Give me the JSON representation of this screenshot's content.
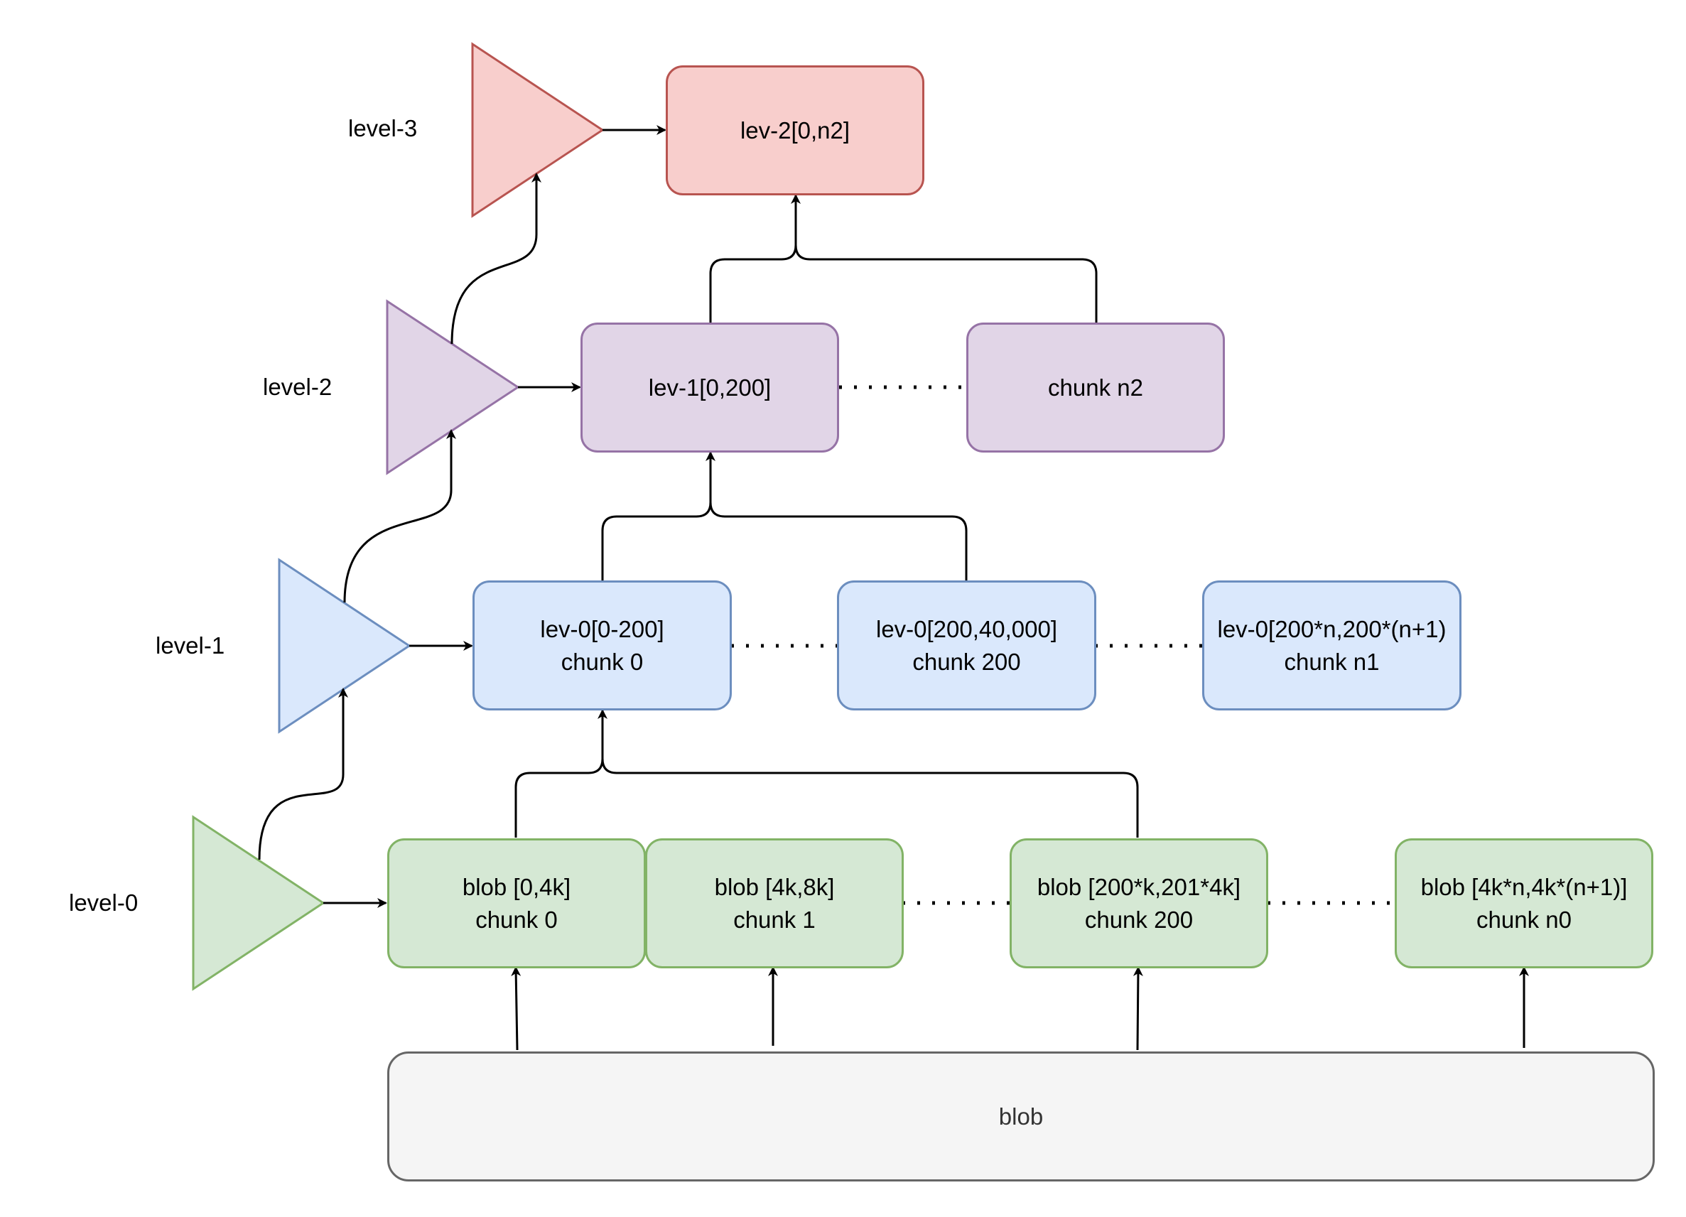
{
  "levels": {
    "level0": "level-0",
    "level1": "level-1",
    "level2": "level-2",
    "level3": "level-3"
  },
  "level0_chunks": [
    {
      "range": "blob [0,4k]",
      "chunk": "chunk 0"
    },
    {
      "range": "blob [4k,8k]",
      "chunk": "chunk 1"
    },
    {
      "range": "blob [200*k,201*4k]",
      "chunk": "chunk 200"
    },
    {
      "range": "blob [4k*n,4k*(n+1)]",
      "chunk": "chunk n0"
    }
  ],
  "level1_chunks": [
    {
      "range": "lev-0[0-200]",
      "chunk": "chunk 0"
    },
    {
      "range": "lev-0[200,40,000]",
      "chunk": "chunk 200"
    },
    {
      "range": "lev-0[200*n,200*(n+1)",
      "chunk": "chunk n1"
    }
  ],
  "level2_chunks": [
    {
      "label": "lev-1[0,200]"
    },
    {
      "label": "chunk n2"
    }
  ],
  "level3_chunks": [
    {
      "label": "lev-2[0,n2]"
    }
  ],
  "source": {
    "label": "blob"
  },
  "colors": {
    "level0_fill": "#d5e8d4",
    "level0_stroke": "#82b366",
    "level1_fill": "#dae8fc",
    "level1_stroke": "#6c8ebf",
    "level2_fill": "#e1d5e7",
    "level2_stroke": "#9673a6",
    "level3_fill": "#f8cecc",
    "level3_stroke": "#b85450",
    "source_fill": "#f5f5f5",
    "source_stroke": "#666666"
  }
}
